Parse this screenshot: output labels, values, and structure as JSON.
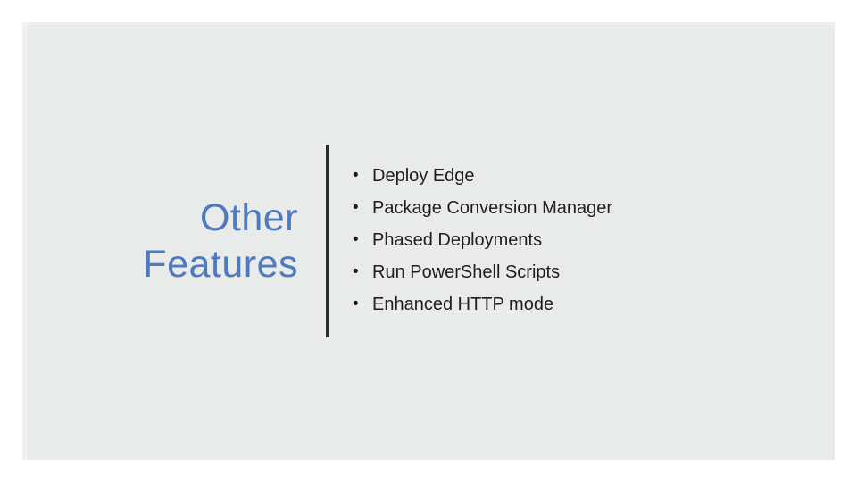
{
  "slide": {
    "title": {
      "line1": "Other",
      "line2": "Features",
      "full": "Other Features"
    },
    "bullet_char": "•",
    "bullets": [
      "Deploy Edge",
      "Package Conversion Manager",
      "Phased Deployments",
      "Run PowerShell Scripts",
      "Enhanced HTTP mode"
    ],
    "colors": {
      "canvas_bg": "#FFFFFF",
      "slide_bg": "#E9EAEA",
      "title_text": "#4E7ABF",
      "body_text": "#1E1E1E",
      "divider": "#2C2C2C"
    }
  }
}
